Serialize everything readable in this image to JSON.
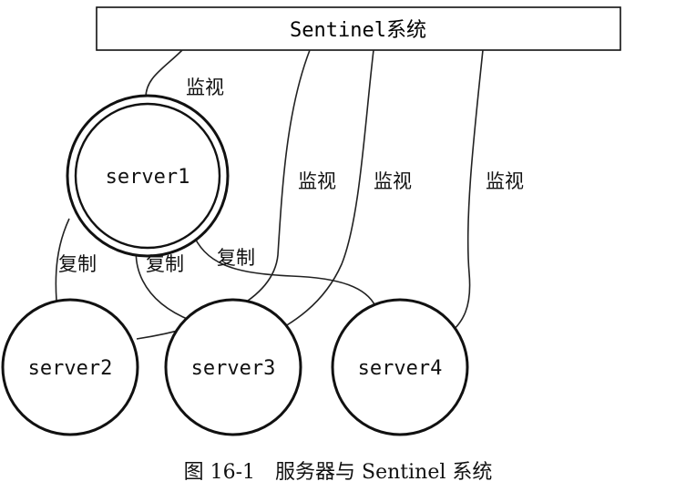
{
  "sentinel_box": {
    "label": "Sentinel系统"
  },
  "nodes": {
    "server1": "server1",
    "server2": "server2",
    "server3": "server3",
    "server4": "server4"
  },
  "edge_labels": {
    "monitor": "监视",
    "replicate": "复制"
  },
  "caption": {
    "figure_number": "图 16-1",
    "title": "服务器与 Sentinel 系统"
  }
}
